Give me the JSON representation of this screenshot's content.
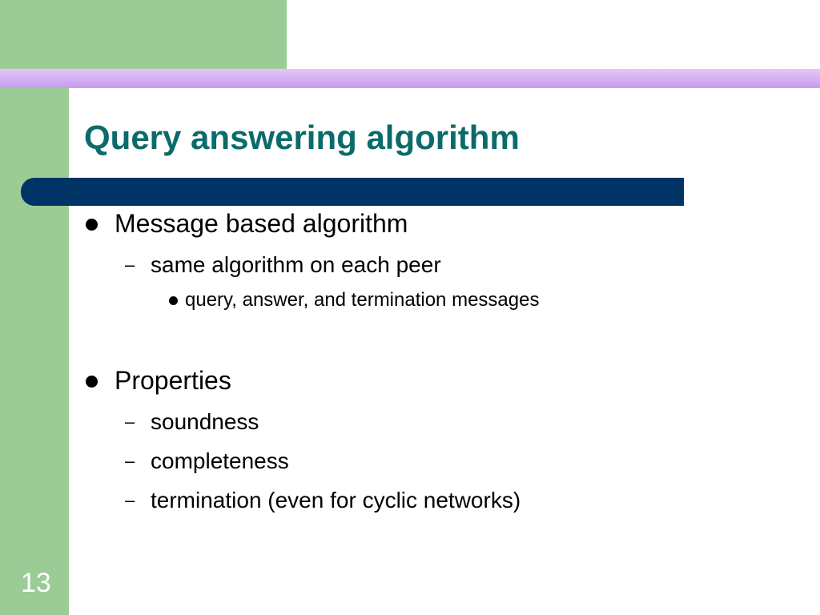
{
  "slide": {
    "title": "Query answering algorithm",
    "slide_number": "13",
    "colors": {
      "title": "#0b6b6b",
      "title_bar": "#003366",
      "green_frame": "#9ccc96",
      "lavender_band": "#c79bee"
    },
    "bullets": [
      {
        "text": "Message based algorithm",
        "sub": [
          {
            "text": "same algorithm on each peer",
            "sub": [
              {
                "text": "query, answer, and termination messages"
              }
            ]
          }
        ]
      },
      {
        "text": "Properties",
        "sub": [
          {
            "text": "soundness"
          },
          {
            "text": "completeness"
          },
          {
            "text": "termination (even for cyclic networks)"
          }
        ]
      }
    ]
  }
}
